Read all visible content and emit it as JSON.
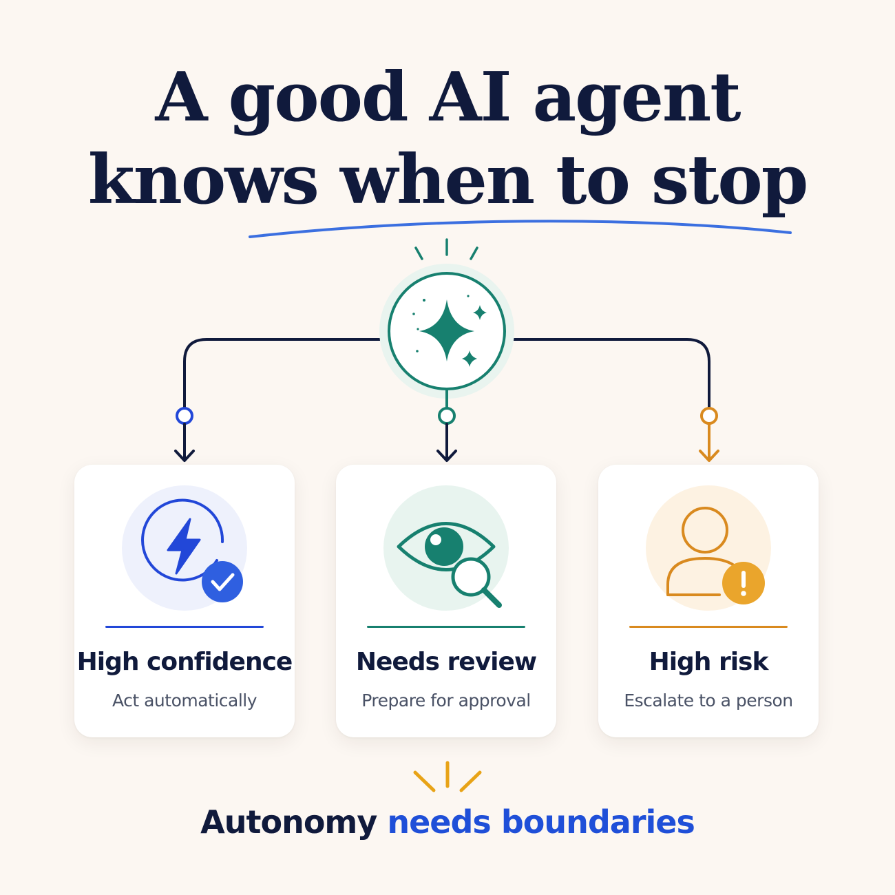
{
  "title": {
    "line1": "A good AI agent",
    "line2": "knows when to stop"
  },
  "center_node": {
    "icon": "sparkle-icon"
  },
  "cards": [
    {
      "title": "High confidence",
      "subtitle": "Act automatically",
      "icon": "lightning-check-icon",
      "color": "#2247d8"
    },
    {
      "title": "Needs review",
      "subtitle": "Prepare for approval",
      "icon": "eye-magnifier-icon",
      "color": "#17806f"
    },
    {
      "title": "High risk",
      "subtitle": "Escalate to a person",
      "icon": "person-alert-icon",
      "color": "#d98a1f"
    }
  ],
  "footer": {
    "text_plain": "Autonomy",
    "text_accent": "needs boundaries"
  },
  "colors": {
    "background": "#fcf7f2",
    "ink": "#101a3c",
    "underline": "#3b6fe0",
    "footer_accent": "#1f4fd8"
  }
}
